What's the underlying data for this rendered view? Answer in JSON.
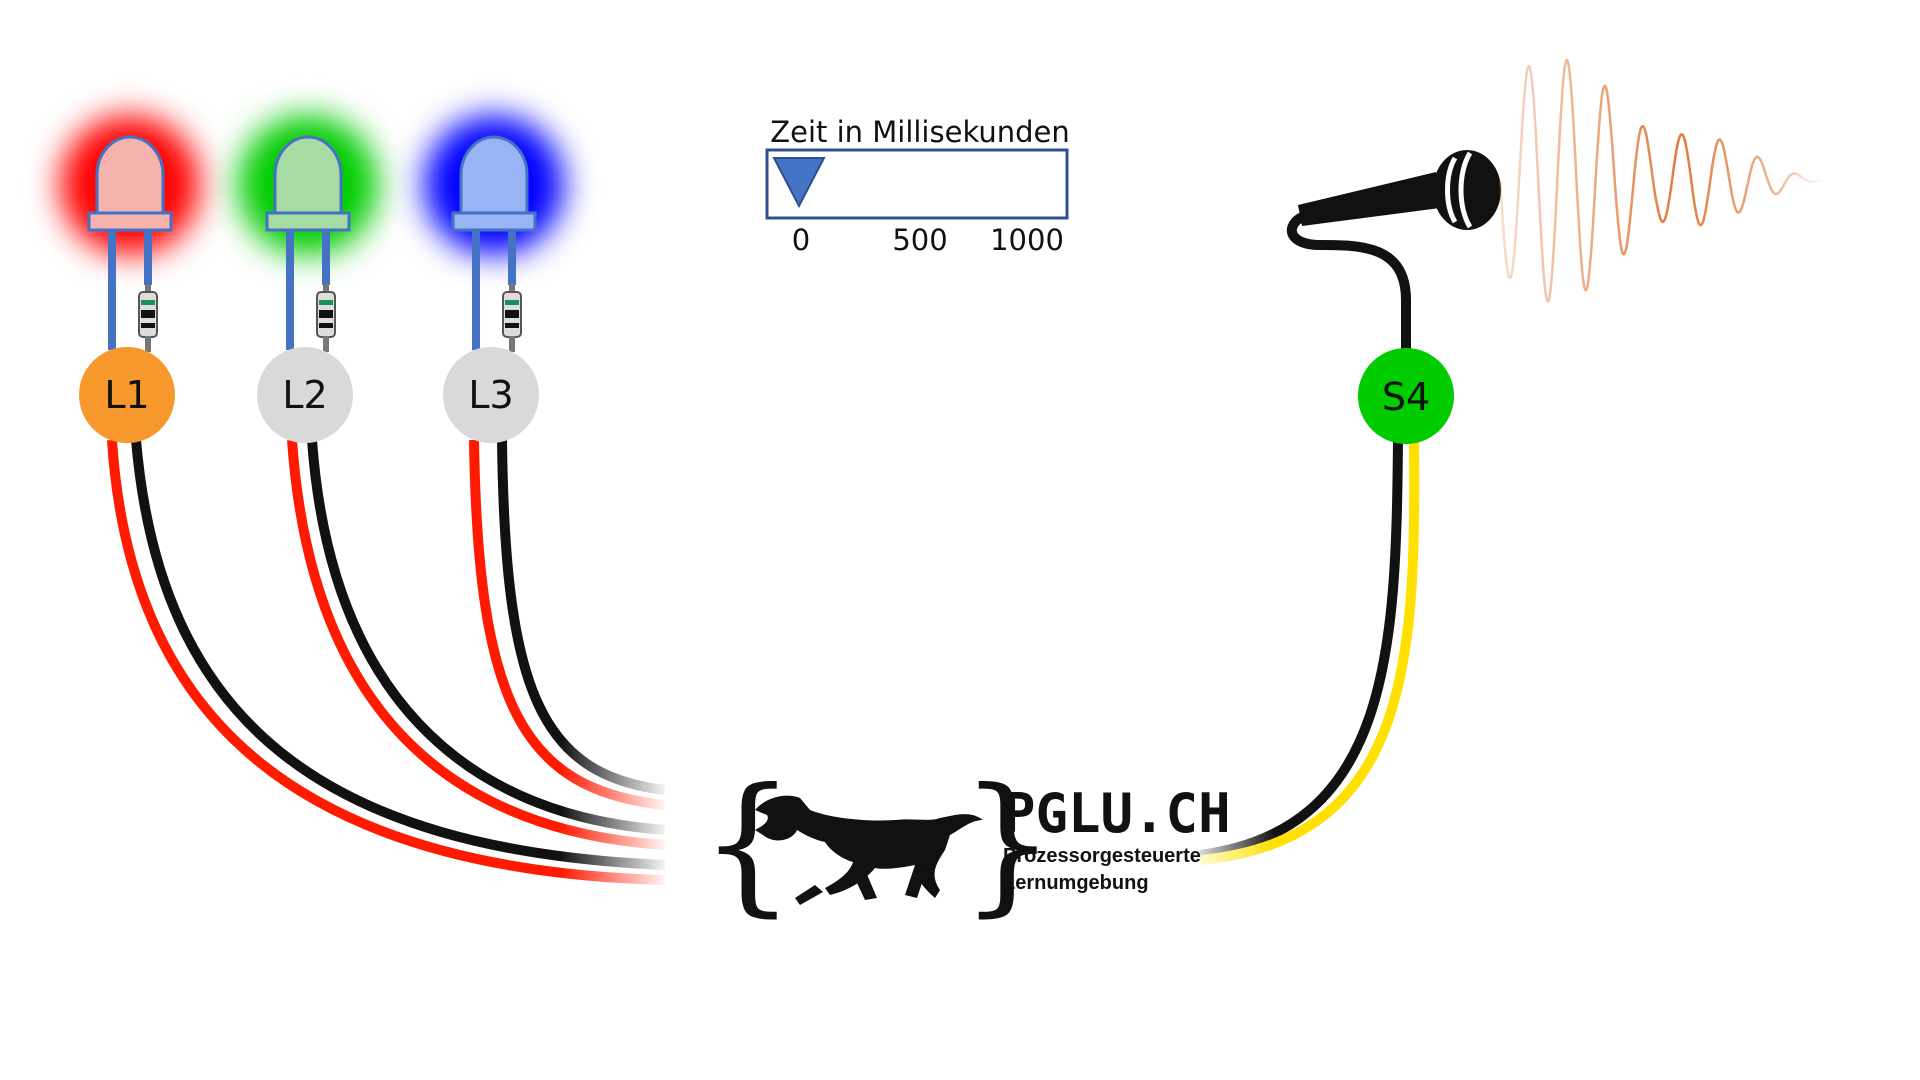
{
  "slider": {
    "title": "Zeit in Millisekunden",
    "ticks": [
      "0",
      "500",
      "1000"
    ],
    "value_ms": 0,
    "max_ms": 1000,
    "thumb_color": "#4472c4"
  },
  "leds": [
    {
      "label": "L1",
      "glow_color": "#ff0000",
      "body_color": "#f6b3ad",
      "badge_color": "#f7982c"
    },
    {
      "label": "L2",
      "glow_color": "#00cc00",
      "body_color": "#a6dca4",
      "badge_color": "#d9d9d9"
    },
    {
      "label": "L3",
      "glow_color": "#0000ff",
      "body_color": "#99b4f4",
      "badge_color": "#d9d9d9"
    }
  ],
  "sensor": {
    "label": "S4",
    "badge_color": "#00cc00"
  },
  "logo": {
    "name": "PGLU.CH",
    "line1": "Prozessorgesteuerte",
    "line2": "Lernumgebung"
  },
  "colors": {
    "wire_red": "#ff1a00",
    "wire_black": "#111111",
    "wire_yellow": "#ffe000",
    "led_leg": "#4472c4",
    "sound_wave": "#e07a3c"
  }
}
